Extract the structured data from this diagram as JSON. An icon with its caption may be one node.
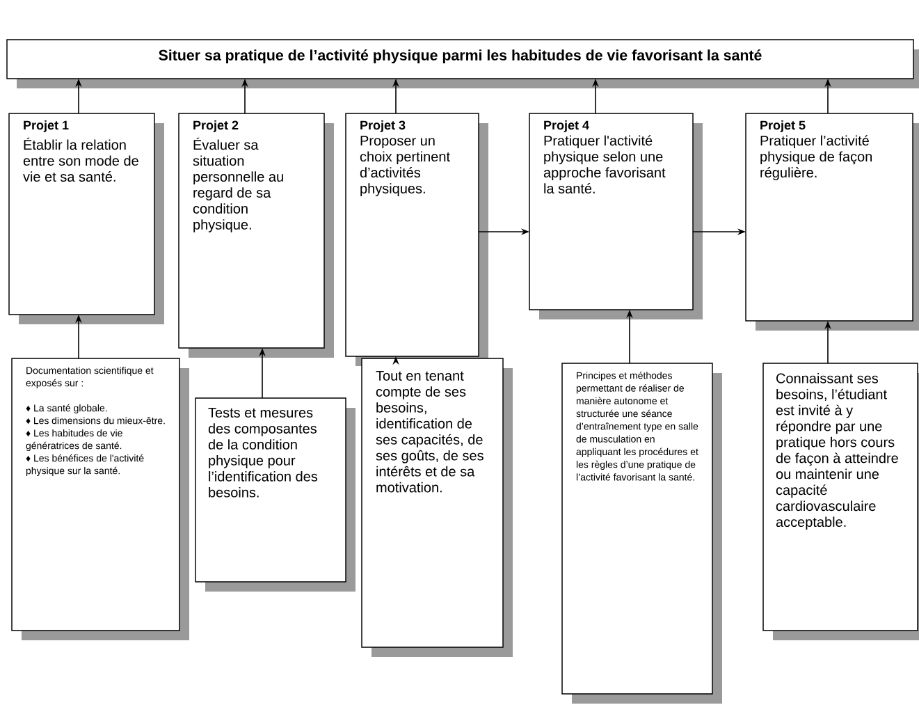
{
  "diagram": {
    "nodes": [
      {
        "text": [
          "Situer sa pratique de l’activité physique parmi les habitudes de vie favorisant la santé"
        ]
      },
      {
        "text": [
          "Projet 1",
          "Établir la relation entre son mode de vie et sa santé."
        ]
      },
      {
        "text": [
          "Projet 2",
          "Évaluer sa situation personnelle au regard de sa condition physique."
        ]
      },
      {
        "text": [
          "Projet 3",
          "Proposer un choix pertinent d’activités physiques."
        ]
      },
      {
        "text": [
          "Projet 4",
          "Pratiquer l'activité physique selon une approche favorisant la santé."
        ]
      },
      {
        "text": [
          "Projet 5",
          "Pratiquer l’activité physique de façon régulière."
        ]
      },
      {
        "text": [
          "Documentation scientifique et exposés sur :",
          "♦ La santé globale.",
          "♦ Les dimensions du mieux-être.",
          "♦ Les habitudes de vie génératrices de santé.",
          "♦ Les bénéfices de l'activité physique sur la santé."
        ]
      },
      {
        "text": [
          "Tests et mesures des composantes de la condition physique pour l’identification des besoins."
        ]
      },
      {
        "text": [
          "Tout en tenant compte de ses besoins, identification de ses capacités, de ses goûts, de ses intérêts et de sa motivation."
        ]
      },
      {
        "text": [
          "Principes et méthodes permettant de réaliser de manière autonome et structurée une séance d’entraînement type en salle de musculation en appliquant les procédures et les règles d’une pratique de l’activité favorisant la santé."
        ]
      },
      {
        "text": [
          "Connaissant ses besoins, l’étudiant est invité à y répondre par une pratique hors cours de façon à atteindre ou maintenir une capacité cardiovasculaire acceptable."
        ]
      }
    ],
    "edges": [
      {
        "from": 1,
        "to": 0,
        "arrow": "to"
      },
      {
        "from": 2,
        "to": 0,
        "arrow": "to"
      },
      {
        "from": 3,
        "to": 0,
        "arrow": "to"
      },
      {
        "from": 4,
        "to": 0,
        "arrow": "to"
      },
      {
        "from": 5,
        "to": 0,
        "arrow": "to"
      },
      {
        "from": 6,
        "to": 1,
        "arrow": "to"
      },
      {
        "from": 7,
        "to": 2,
        "arrow": "to"
      },
      {
        "from": 8,
        "to": 3,
        "arrow": "to"
      },
      {
        "from": 9,
        "to": 4,
        "arrow": "to"
      },
      {
        "from": 10,
        "to": 5,
        "arrow": "to"
      },
      {
        "from": 3,
        "to": 4,
        "arrow": "to"
      },
      {
        "from": 4,
        "to": 5,
        "arrow": "to"
      }
    ]
  }
}
